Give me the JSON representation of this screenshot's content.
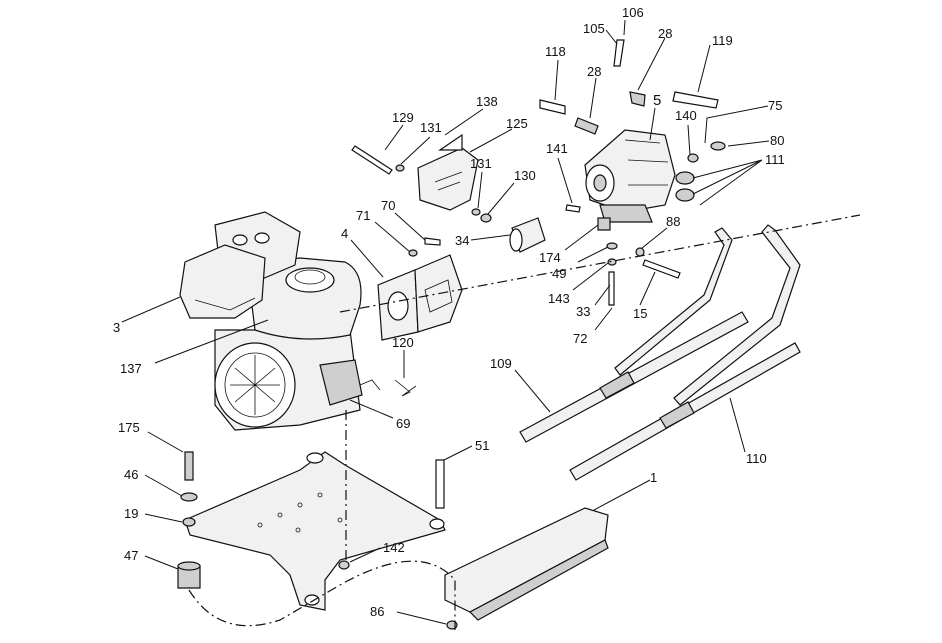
{
  "callouts": [
    {
      "id": "c106",
      "text": "106"
    },
    {
      "id": "c105",
      "text": "105"
    },
    {
      "id": "c28a",
      "text": "28"
    },
    {
      "id": "c119",
      "text": "119"
    },
    {
      "id": "c118",
      "text": "118"
    },
    {
      "id": "c28b",
      "text": "28"
    },
    {
      "id": "c5",
      "text": "5"
    },
    {
      "id": "c75",
      "text": "75"
    },
    {
      "id": "c140",
      "text": "140"
    },
    {
      "id": "c80",
      "text": "80"
    },
    {
      "id": "c111",
      "text": "111"
    },
    {
      "id": "c138",
      "text": "138"
    },
    {
      "id": "c129",
      "text": "129"
    },
    {
      "id": "c131a",
      "text": "131"
    },
    {
      "id": "c125",
      "text": "125"
    },
    {
      "id": "c141",
      "text": "141"
    },
    {
      "id": "c131b",
      "text": "131"
    },
    {
      "id": "c130",
      "text": "130"
    },
    {
      "id": "c71",
      "text": "71"
    },
    {
      "id": "c70",
      "text": "70"
    },
    {
      "id": "c4",
      "text": "4"
    },
    {
      "id": "c34",
      "text": "34"
    },
    {
      "id": "c88",
      "text": "88"
    },
    {
      "id": "c174",
      "text": "174"
    },
    {
      "id": "c49",
      "text": "49"
    },
    {
      "id": "c143",
      "text": "143"
    },
    {
      "id": "c33",
      "text": "33"
    },
    {
      "id": "c15",
      "text": "15"
    },
    {
      "id": "c72",
      "text": "72"
    },
    {
      "id": "c3",
      "text": "3"
    },
    {
      "id": "c137",
      "text": "137"
    },
    {
      "id": "c120",
      "text": "120"
    },
    {
      "id": "c109",
      "text": "109"
    },
    {
      "id": "c69",
      "text": "69"
    },
    {
      "id": "c175",
      "text": "175"
    },
    {
      "id": "c51",
      "text": "51"
    },
    {
      "id": "c110",
      "text": "110"
    },
    {
      "id": "c46",
      "text": "46"
    },
    {
      "id": "c1",
      "text": "1"
    },
    {
      "id": "c19",
      "text": "19"
    },
    {
      "id": "c142",
      "text": "142"
    },
    {
      "id": "c47",
      "text": "47"
    },
    {
      "id": "c86",
      "text": "86"
    }
  ]
}
